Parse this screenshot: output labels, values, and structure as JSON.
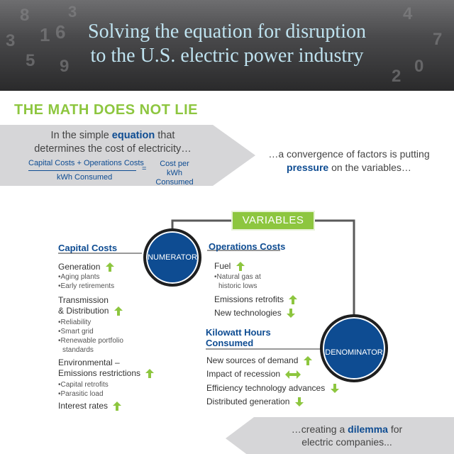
{
  "header": {
    "title_line1": "Solving the equation for disruption",
    "title_line2": "to the U.S. electric power industry",
    "digits": [
      "8",
      "3",
      "1",
      "6",
      "3",
      "5",
      "9",
      "4",
      "2",
      "0",
      "7"
    ]
  },
  "section_title": "THE MATH DOES NOT LIE",
  "intro": {
    "line_pre": "In the simple ",
    "line_highlight": "equation",
    "line_post": " that",
    "line2": "determines the cost of electricity…",
    "numerator": "Capital Costs + Operations Costs",
    "denominator": "kWh Consumed",
    "equals": "=",
    "result_line1": "Cost per kWh",
    "result_line2": "Consumed"
  },
  "convergence": {
    "line1": "…a convergence of factors is putting",
    "highlight": "pressure",
    "line2_post": " on the variables…"
  },
  "variables_label": "VARIABLES",
  "numerator_label": "NUMERATOR",
  "denominator_label": "DENOMINATOR",
  "capital_costs": {
    "heading": "Capital Costs",
    "generation": "Generation",
    "generation_sub": [
      "•Aging plants",
      "•Early retirements"
    ],
    "td_line1": "Transmission",
    "td_line2": "& Distribution",
    "td_sub": [
      "•Reliability",
      "•Smart grid",
      "•Renewable portfolio",
      "standards"
    ],
    "env_line1": "Environmental –",
    "env_line2": "Emissions restrictions",
    "env_sub": [
      "•Capital retrofits",
      "•Parasitic load"
    ],
    "interest": "Interest rates"
  },
  "operations_costs": {
    "heading": "Operations Costs",
    "fuel": "Fuel",
    "fuel_sub": [
      "•Natural gas at",
      "historic lows"
    ],
    "emissions": "Emissions retrofits",
    "newtech": "New technologies"
  },
  "kwh": {
    "heading_line1": "Kilowatt Hours",
    "heading_line2": "Consumed",
    "items": [
      "New sources of demand",
      "Impact of recession",
      "Efficiency technology advances",
      "Distributed generation"
    ]
  },
  "dilemma": {
    "line1_pre": "…creating a ",
    "highlight": "dilemma",
    "line1_post": " for",
    "line2": "electric companies..."
  },
  "colors": {
    "green": "#8dc63f",
    "blue": "#0e4c92",
    "grey": "#d6d6d8"
  }
}
